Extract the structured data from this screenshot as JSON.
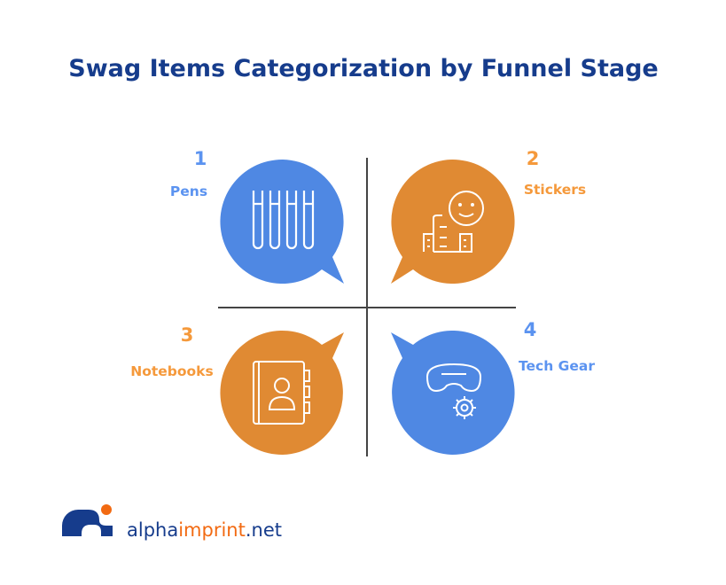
{
  "title": "Swag Items Categorization by Funnel Stage",
  "colors": {
    "title": "#163c8c",
    "blue": "#4f88e3",
    "orange": "#e08a33",
    "blue_label": "#5b93f0",
    "orange_label": "#f5993b",
    "axis": "#444444"
  },
  "quadrants": [
    {
      "number": "1",
      "label": "Pens",
      "icon": "pens-icon",
      "color": "blue"
    },
    {
      "number": "2",
      "label": "Stickers",
      "icon": "sticker-smiley-icon",
      "color": "orange"
    },
    {
      "number": "3",
      "label": "Notebooks",
      "icon": "address-book-icon",
      "color": "orange"
    },
    {
      "number": "4",
      "label": "Tech Gear",
      "icon": "vr-headset-gear-icon",
      "color": "blue"
    }
  ],
  "logo": {
    "part1": "alpha",
    "part2": "imprint",
    "part3": ".net"
  }
}
